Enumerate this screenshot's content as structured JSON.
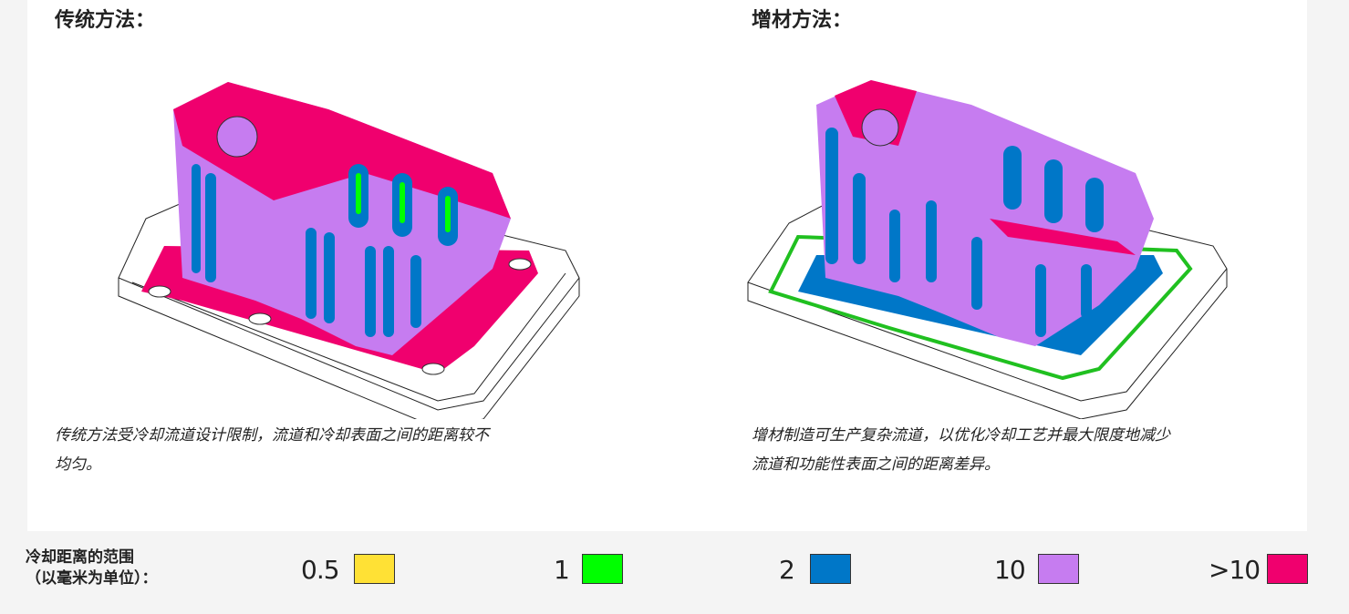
{
  "left": {
    "title": "传统方法：",
    "caption_line1": "传统方法受冷却流道设计限制，流道和冷却表面之间的距离较不",
    "caption_line2": "均匀。"
  },
  "right": {
    "title": "增材方法：",
    "caption_line1": "增材制造可生产复杂流道，以优化冷却工艺并最大限度地减少",
    "caption_line2": "流道和功能性表面之间的距离差异。"
  },
  "legend": {
    "label_line1": "冷却距离的范围",
    "label_line2": "（以毫米为单位）：",
    "items": [
      {
        "value": "0.5",
        "color": "#ffe135"
      },
      {
        "value": "1",
        "color": "#00ff00"
      },
      {
        "value": "2",
        "color": "#0077c8"
      },
      {
        "value": "10",
        "color": "#c67cf0"
      },
      {
        "value": ">10",
        "color": "#f0006e"
      }
    ]
  }
}
